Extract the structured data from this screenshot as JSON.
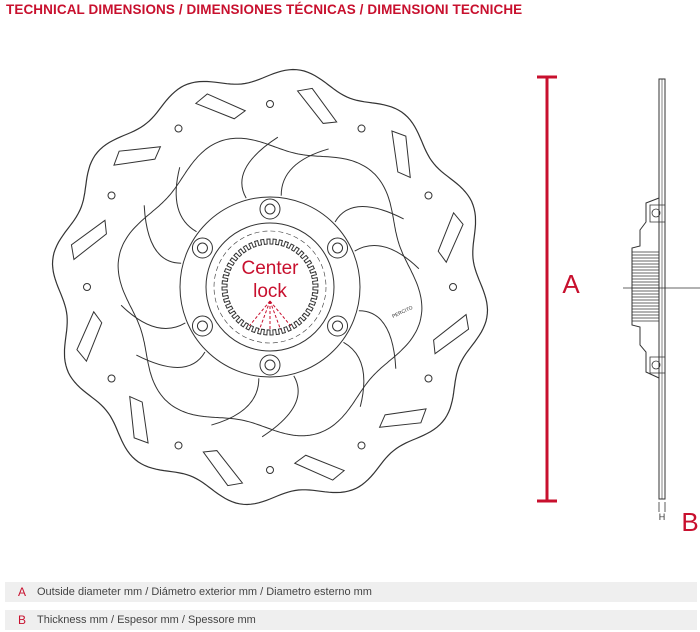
{
  "header": {
    "title": "TECHNICAL DIMENSIONS / DIMENSIONES TÉCNICAS / DIMENSIONI TECNICHE"
  },
  "drawing": {
    "center_label_line1": "Center",
    "center_label_line2": "lock",
    "brand_mark": "PERCITO",
    "label_a": "A",
    "label_b": "B",
    "label_h": "H"
  },
  "legend": [
    {
      "code": "A",
      "text": "Outside diameter mm / Diámetro exterior mm / Diametro esterno mm"
    },
    {
      "code": "B",
      "text": "Thickness mm / Espesor mm / Spessore mm"
    }
  ],
  "colors": {
    "accent": "#c8102e",
    "line": "#333333",
    "legend_bg": "#efefef"
  }
}
